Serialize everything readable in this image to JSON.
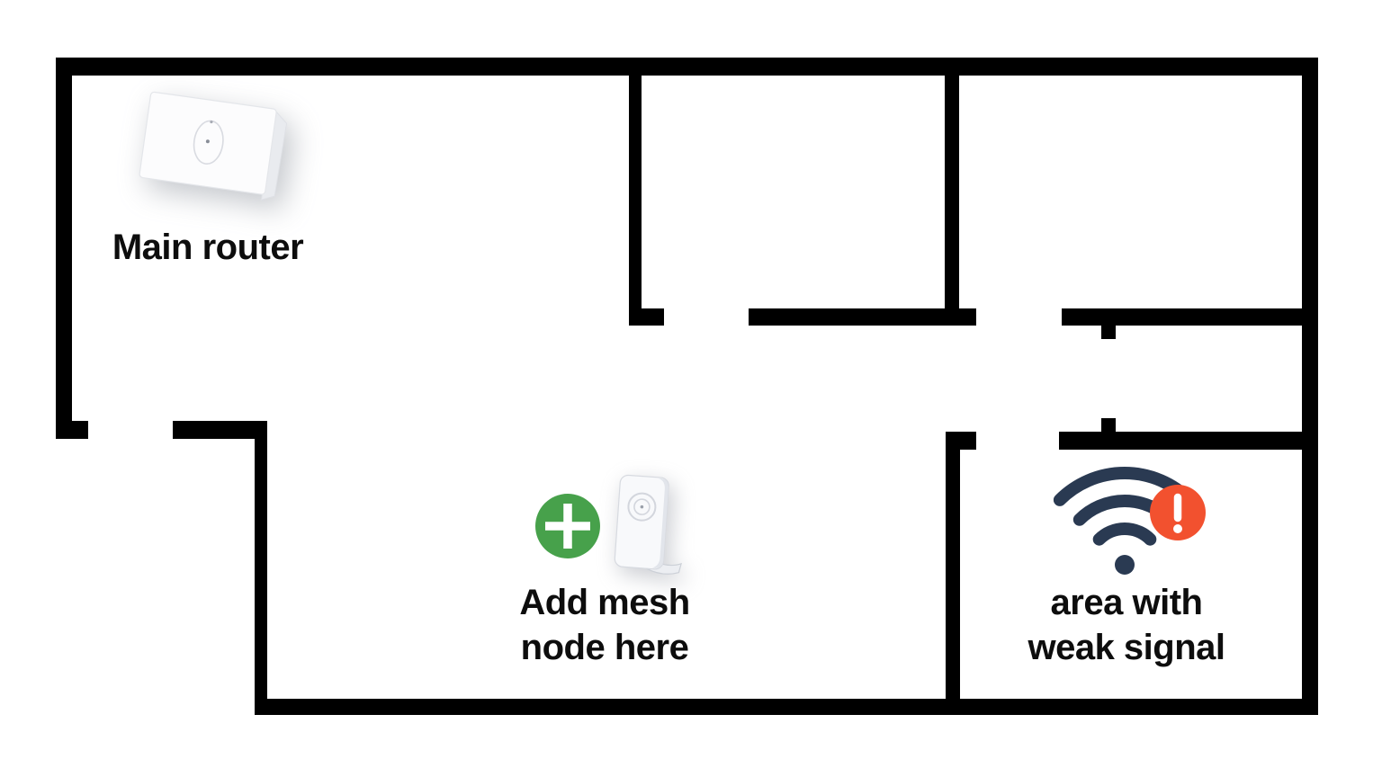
{
  "diagram": {
    "type": "floor-plan-mesh-wifi-placement",
    "background_color": "#ffffff",
    "wall_color": "#000000",
    "text_color": "#0d0d0d",
    "annotations": {
      "router": {
        "label": "Main router",
        "icon": "router-device-icon"
      },
      "mesh_node": {
        "label_line1": "Add mesh",
        "label_line2": "node here",
        "icon": "mesh-node-icon",
        "badge_icon": "add-plus-icon",
        "badge_color": "#47a14b"
      },
      "weak_signal": {
        "label_line1": "area with",
        "label_line2": "weak signal",
        "icon": "wifi-weak-signal-icon",
        "wifi_color": "#2a3a52",
        "alert_badge_icon": "alert-exclamation-icon",
        "alert_color": "#f2512f"
      }
    }
  }
}
